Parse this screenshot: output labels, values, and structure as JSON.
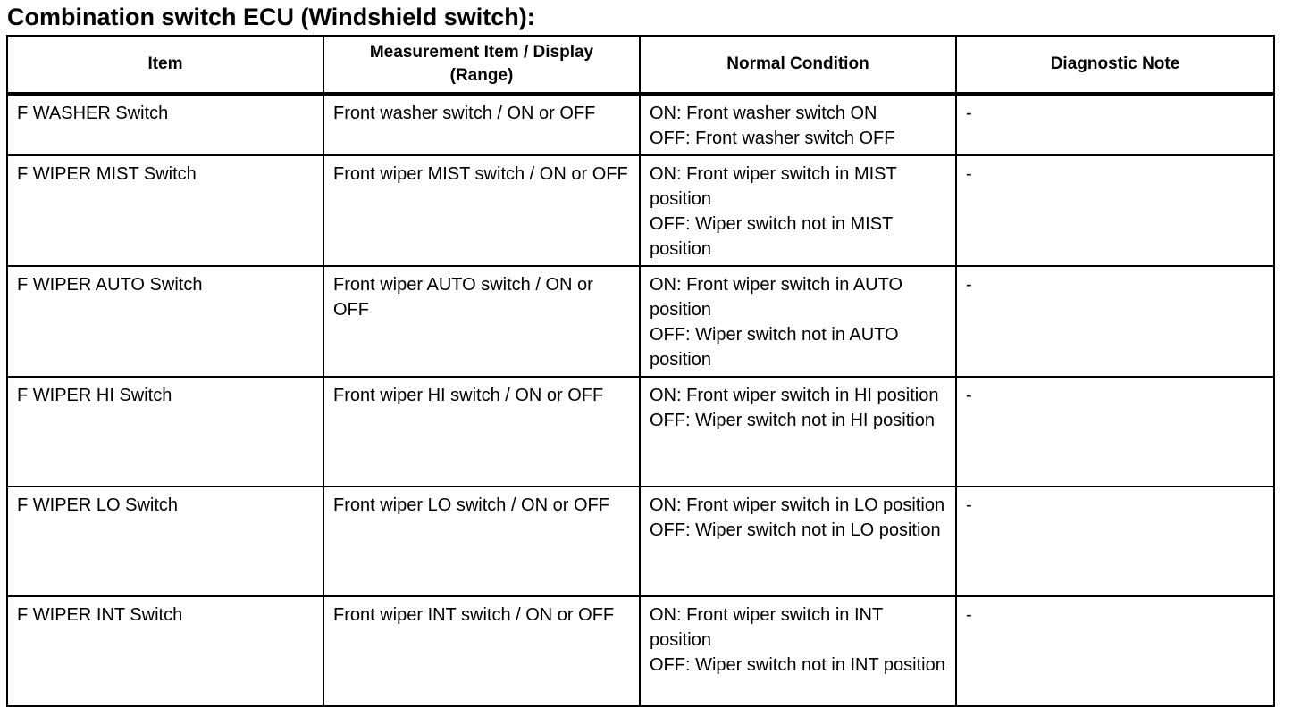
{
  "title": "Combination switch ECU (Windshield switch):",
  "table": {
    "headers": {
      "item": "Item",
      "measurement_line1": "Measurement Item / Display",
      "measurement_line2": "(Range)",
      "normal": "Normal Condition",
      "note": "Diagnostic Note"
    },
    "rows": [
      {
        "item": "F WASHER Switch",
        "measurement": "Front washer switch / ON or OFF",
        "normal_on": "ON: Front washer switch ON",
        "normal_off": "OFF: Front washer switch OFF",
        "note": "-"
      },
      {
        "item": "F WIPER MIST Switch",
        "measurement": "Front wiper MIST switch / ON or OFF",
        "normal_on": "ON: Front wiper switch in MIST position",
        "normal_off": "OFF: Wiper switch not in MIST position",
        "note": "-"
      },
      {
        "item": "F WIPER AUTO Switch",
        "measurement": "Front wiper AUTO switch / ON or OFF",
        "normal_on": "ON: Front wiper switch in AUTO position",
        "normal_off": "OFF: Wiper switch not in AUTO position",
        "note": "-"
      },
      {
        "item": "F WIPER HI Switch",
        "measurement": "Front wiper HI switch / ON or OFF",
        "normal_on": "ON: Front wiper switch in HI position",
        "normal_off": "OFF: Wiper switch not in HI position",
        "note": "-"
      },
      {
        "item": "F WIPER LO Switch",
        "measurement": "Front wiper LO switch / ON or OFF",
        "normal_on": "ON: Front wiper switch in LO position",
        "normal_off": "OFF: Wiper switch not in LO position",
        "note": "-"
      },
      {
        "item": "F WIPER INT Switch",
        "measurement": "Front wiper INT switch / ON or OFF",
        "normal_on": "ON: Front wiper switch in INT position",
        "normal_off": "OFF: Wiper switch not in INT position",
        "note": "-"
      }
    ]
  }
}
